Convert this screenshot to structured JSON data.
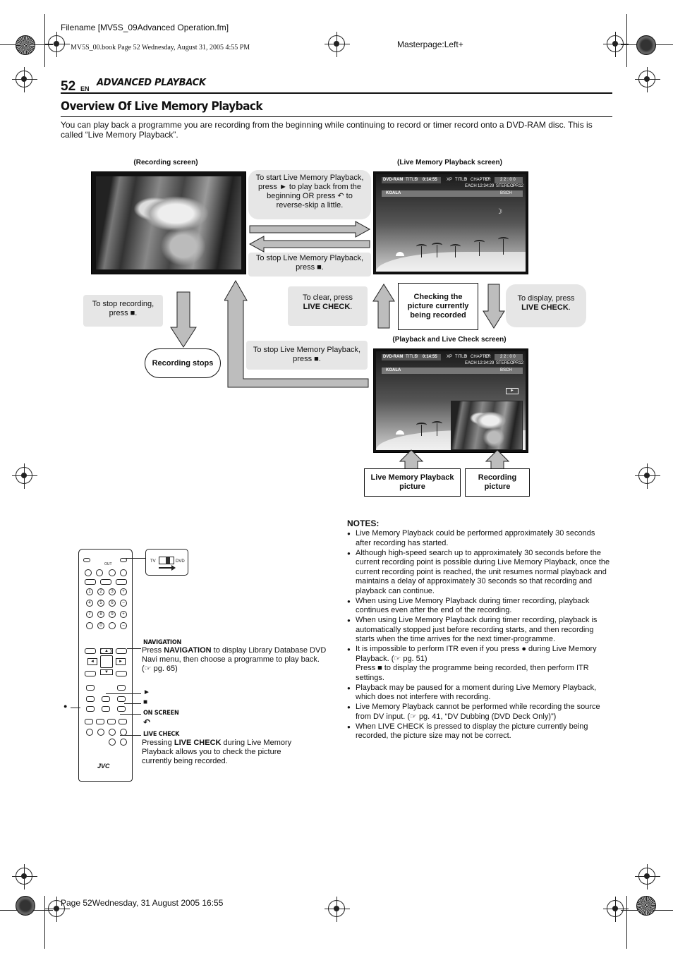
{
  "header": {
    "filename": "Filename [MV5S_09Advanced Operation.fm]",
    "book_line": "MV5S_00.book  Page 52  Wednesday, August 31, 2005  4:55 PM",
    "masterpage": "Masterpage:Left+"
  },
  "page": {
    "number": "52",
    "lang": "EN",
    "section": "ADVANCED PLAYBACK"
  },
  "title": "Overview Of Live Memory Playback",
  "intro": "You can play back a programme you are recording from the beginning while continuing to record or timer record onto a DVD-RAM disc. This is called “Live Memory Playback”.",
  "diagram": {
    "recording_screen_label": "(Recording screen)",
    "live_screen_label": "(Live Memory Playback screen)",
    "check_screen_label": "(Playback and Live Check screen)",
    "start_box": "To start Live Memory Playback, press ► to play back from the beginning OR press ↶ to reverse-skip a little.",
    "stop_box_1": "To stop Live Memory Playback, press ■.",
    "stop_box_2": "To stop Live Memory Playback, press ■.",
    "stop_recording": "To stop recording, press ■.",
    "recording_stops": "Recording stops",
    "clear_prefix": "To clear, press",
    "clear_key": "LIVE CHECK",
    "display_prefix": "To display, press",
    "display_key": "LIVE CHECK",
    "checking_box": "Checking the picture currently being recorded",
    "live_picture_box": "Live Memory Playback picture",
    "recording_picture_box": "Recording picture",
    "osd": {
      "disc": "DVD-RAM",
      "title_label": "TITLE",
      "title_num": "9",
      "time": "0:14:55",
      "mode": "XP",
      "title2_label": "TITLE",
      "title2_num": "9",
      "chapter_label": "CHAPTER",
      "chapter_num": "67",
      "each": "EACH",
      "clock": "12:34:29",
      "counter": "2 2 : 0 0",
      "stereo": "STEREO",
      "channel": "PR12",
      "name": "KOALA",
      "bsch": "BSCH"
    }
  },
  "remote": {
    "tv_label": "TV",
    "dvd_label": "DVD",
    "brand": "JVC",
    "navigation_head": "NAVIGATION",
    "navigation_text_pre": "Press ",
    "navigation_key": "NAVIGATION",
    "navigation_text_post": " to display Library Database DVD Navi menu, then choose a programme to play back. (☞ pg. 65)",
    "play_symbol": "►",
    "stop_symbol": "■",
    "record_symbol": "●",
    "onscreen_head": "ON SCREEN",
    "skip_symbol": "↶",
    "livecheck_head": "LIVE CHECK",
    "livecheck_text_pre": "Pressing ",
    "livecheck_key": "LIVE CHECK",
    "livecheck_text_post": " during Live Memory Playback allows you to check the picture currently being recorded."
  },
  "notes": {
    "heading": "NOTES:",
    "items": [
      "Live Memory Playback could be performed approximately 30 seconds after recording has started.",
      "Although high-speed search up to approximately 30 seconds before the current recording point is possible during Live Memory Playback, once the current recording point is reached, the unit resumes normal playback and maintains a delay of approximately 30 seconds so that recording and playback can continue.",
      "When using Live Memory Playback during timer recording, playback continues even after the end of the recording.",
      "When using Live Memory Playback during timer recording, playback is automatically stopped just before recording starts, and then recording starts when the time arrives for the next timer-programme.",
      "It is impossible to perform ITR even if you press ● during Live Memory Playback. (☞ pg. 51)\nPress ■ to display the programme being recorded, then perform ITR settings.",
      "Playback may be paused for a moment during Live Memory Playback, which does not interfere with recording.",
      "Live Memory Playback cannot be performed while recording the source from DV input. (☞ pg. 41, “DV Dubbing (DVD Deck Only)”)",
      "When LIVE CHECK is pressed to display the picture currently being recorded, the picture size may not be correct."
    ]
  },
  "footer": {
    "page_line": "Page 52Wednesday, 31 August 2005  16:55"
  }
}
